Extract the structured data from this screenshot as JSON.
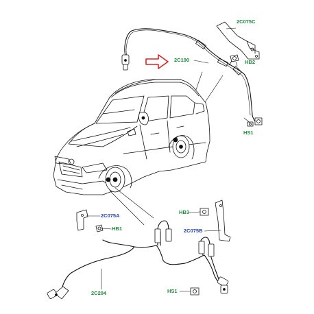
{
  "colors": {
    "green": "#1f8a3a",
    "blue": "#1d3fb0",
    "arrow": "#e02020",
    "line": "#111111"
  },
  "labels": {
    "c075c": "2C075C",
    "c190": "2C190",
    "hb2": "HB2",
    "hs1_top": "HS1",
    "c075a": "2C075A",
    "hb1": "HB1",
    "hb3": "HB3",
    "c075b": "2C075B",
    "c204": "2C204",
    "hs1_bottom": "HS1"
  },
  "icons": {
    "pointer": "red-outline-arrow-icon",
    "vehicle": "suv-vehicle-illustration",
    "fastener": "bolt-icon"
  }
}
